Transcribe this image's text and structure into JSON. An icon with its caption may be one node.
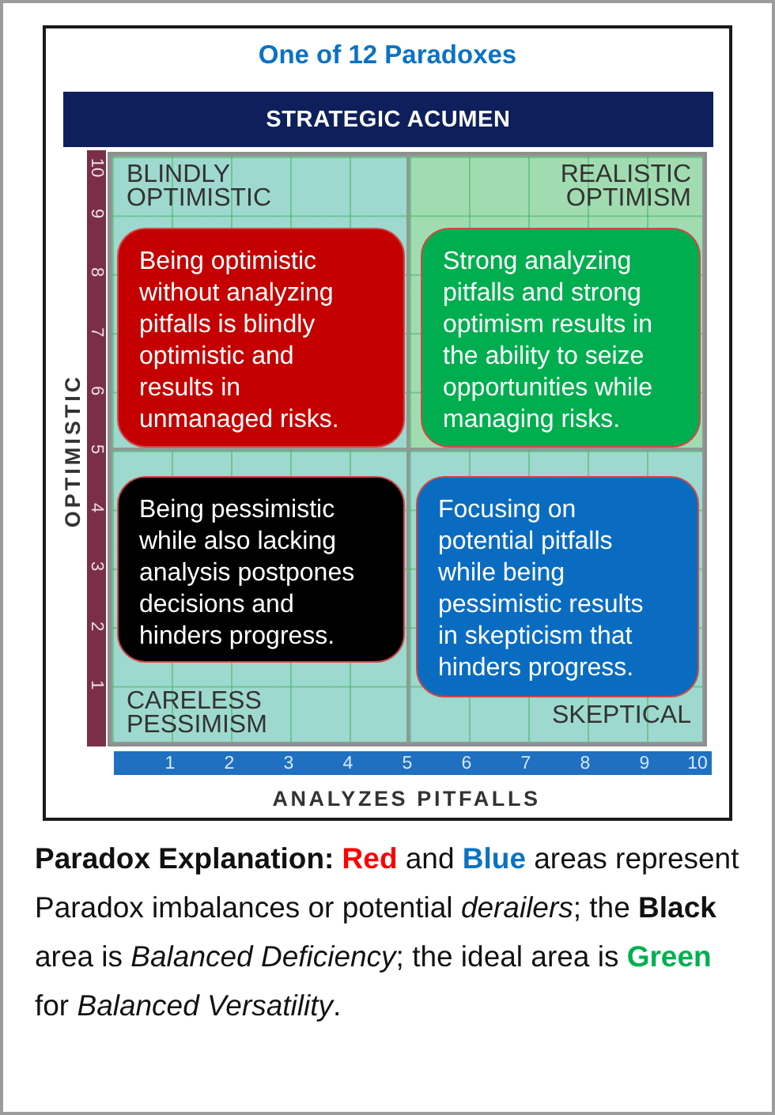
{
  "diagram": {
    "title": "One of 12 Paradoxes",
    "nodes": [
      {
        "text": [
          "STRATEGIC ACUMEN"
        ]
      },
      {
        "text": [
          "BLINDLY OPTIMISTIC"
        ]
      },
      {
        "text": [
          "Being optimistic without analyzing pitfalls is blindly optimistic and results in unmanaged risks."
        ],
        "in": 1
      },
      {
        "text": [
          "REALISTIC OPTIMISM"
        ]
      },
      {
        "text": [
          "Strong analyzing pitfalls and strong optimism results in the ability to seize opportunities while managing risks."
        ],
        "in": 3
      },
      {
        "text": [
          "CARELESS PESSIMISM"
        ]
      },
      {
        "text": [
          "Being pessimistic while also lacking analysis postpones decisions and hinders progress."
        ],
        "in": 5
      },
      {
        "text": [
          "SKEPTICAL"
        ]
      },
      {
        "text": [
          "Focusing on potential pitfalls while being pessimistic results in skepticism that hinders progress."
        ],
        "in": 7
      }
    ],
    "labels": [
      "OPTIMISTIC",
      "10",
      "9",
      "8",
      "7",
      "6",
      "5",
      "4",
      "3",
      "2",
      "1",
      "1",
      "2",
      "3",
      "4",
      "5",
      "6",
      "7",
      "8",
      "9",
      "10",
      "ANALYZES PITFALLS"
    ],
    "caption": "**Paradox Explanation:** **Red** and **Blue** areas represent Paradox imbalances or potential *derailers*; the **Black** area is *Balanced Deficiency*; the ideal area is **Green** for *Balanced Versatility*."
  }
}
